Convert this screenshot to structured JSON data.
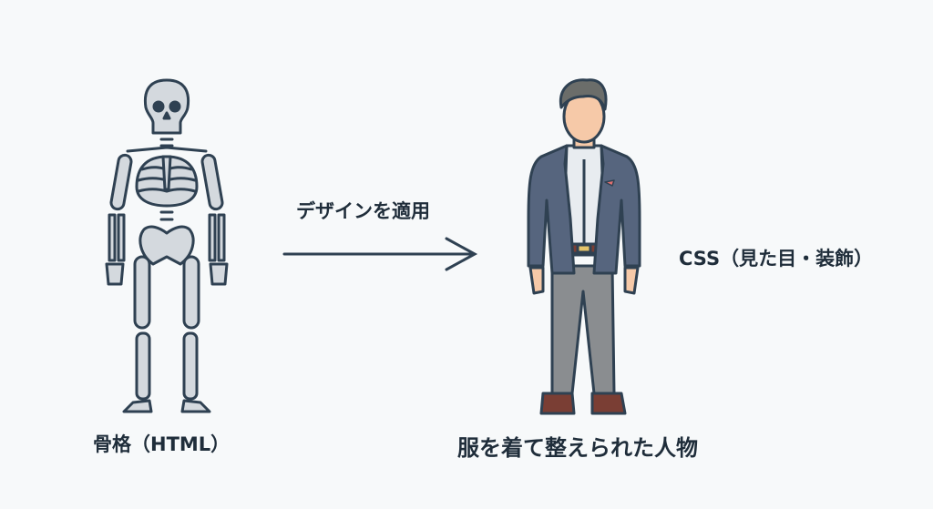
{
  "arrow_label": "デザインを適用",
  "css_label": "CSS（見た目・装飾）",
  "skeleton_label": "骨格（HTML）",
  "person_label": "服を着て整えられた人物",
  "colors": {
    "stroke": "#2f4152",
    "bone": "#d4d9de",
    "suit": "#56657e",
    "pants": "#8a8d90",
    "skin": "#f6c9a8",
    "hair": "#6b6d6a",
    "shoes": "#7a3e34",
    "background": "#f7f9fa"
  }
}
